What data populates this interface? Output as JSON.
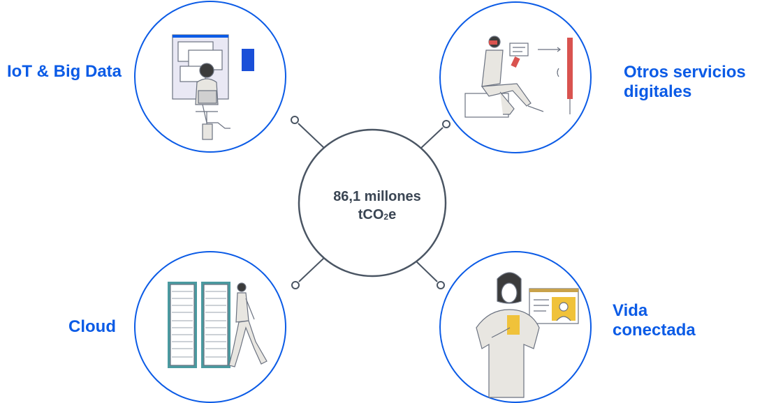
{
  "center": {
    "line1": "86,1 millones",
    "line2_prefix": "tCO",
    "line2_sub": "2",
    "line2_suffix": "e"
  },
  "nodes": {
    "iot": {
      "line1": "IoT & Big Data",
      "icon": "person-at-computer-icon"
    },
    "otros": {
      "line1": "Otros servicios",
      "line2": "digitales",
      "icon": "person-using-phone-icon"
    },
    "cloud": {
      "line1": "Cloud",
      "icon": "server-racks-icon"
    },
    "vida": {
      "line1": "Vida",
      "line2": "conectada",
      "icon": "woman-video-call-icon"
    }
  },
  "colors": {
    "accent": "#0B5BE6",
    "connector": "#4a5563",
    "text_dark": "#3a4553",
    "illustration_fill": "#e8e6e1",
    "illustration_stroke": "#6b7280",
    "red": "#d9534f",
    "yellow": "#f0c23a",
    "teal": "#4a9aa0"
  }
}
